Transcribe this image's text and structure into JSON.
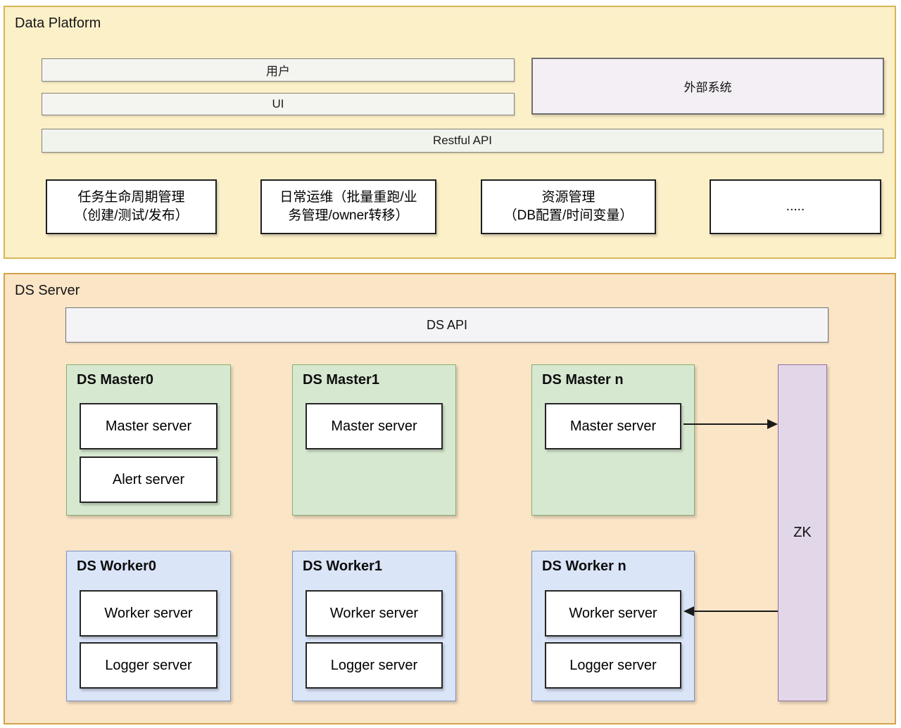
{
  "platform": {
    "title": "Data Platform",
    "user_bar": "用户",
    "ui_bar": "UI",
    "external_system": "外部系统",
    "restful_api": "Restful API",
    "features": [
      {
        "line1": "任务生命周期管理",
        "line2": "（创建/测试/发布）"
      },
      {
        "line1": "日常运维（批量重跑/业",
        "line2": "务管理/owner转移）"
      },
      {
        "line1": "资源管理",
        "line2": "（DB配置/时间变量）"
      },
      {
        "line1": ".....",
        "line2": ""
      }
    ]
  },
  "ds": {
    "title": "DS Server",
    "api_bar": "DS API",
    "masters": [
      {
        "title": "DS Master0",
        "servers": [
          "Master server",
          "Alert server"
        ]
      },
      {
        "title": "DS Master1",
        "servers": [
          "Master server"
        ]
      },
      {
        "title": "DS Master n",
        "servers": [
          "Master server"
        ]
      }
    ],
    "workers": [
      {
        "title": "DS Worker0",
        "servers": [
          "Worker server",
          "Logger server"
        ]
      },
      {
        "title": "DS Worker1",
        "servers": [
          "Worker server",
          "Logger server"
        ]
      },
      {
        "title": "DS Worker n",
        "servers": [
          "Worker server",
          "Logger server"
        ]
      }
    ],
    "zk_label": "ZK",
    "connections": [
      {
        "from": "master-n-master-server",
        "to": "zk",
        "direction": "right"
      },
      {
        "from": "zk",
        "to": "worker-n-worker-server",
        "direction": "left"
      }
    ]
  },
  "colors": {
    "platform_bg": "#FCF0C9",
    "platform_border": "#D6B656",
    "server_bg": "#FBE5C7",
    "server_border": "#D3A24B",
    "master_bg": "#D7E8D1",
    "master_border": "#85B06F",
    "worker_bg": "#DBE5F8",
    "worker_border": "#7D92BF",
    "zk_bg": "#E2D6E9",
    "zk_border": "#96739F",
    "arrow": "#1a1a1a"
  }
}
